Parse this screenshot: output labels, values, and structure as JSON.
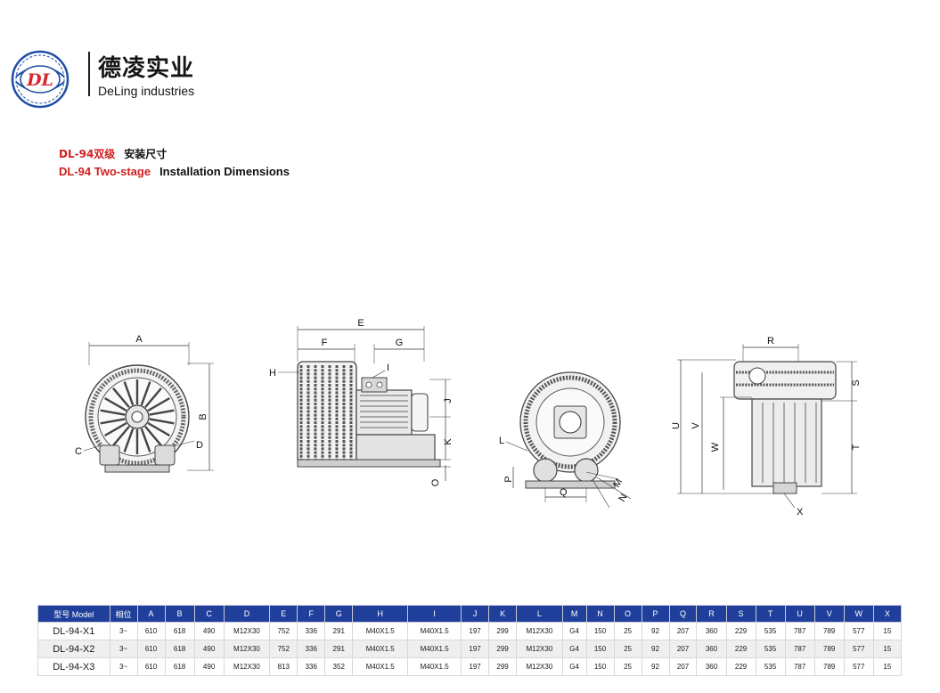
{
  "brand": {
    "logo_text": "DL",
    "name_cn": "德凌实业",
    "name_en": "DeLing industries",
    "accent": "#1f4fa6",
    "logo_red": "#d6262c"
  },
  "title": {
    "model_cn": "DL-94双级",
    "label_cn": "安装尺寸",
    "model_en": "DL-94 Two-stage",
    "label_en": "Installation Dimensions",
    "accent": "#d21f1f"
  },
  "drawing_labels": {
    "front": {
      "A": "A",
      "B": "B",
      "C": "C",
      "D": "D"
    },
    "side": {
      "E": "E",
      "F": "F",
      "G": "G",
      "H": "H",
      "I": "I",
      "J": "J",
      "K": "K",
      "O": "O"
    },
    "rear": {
      "L": "L",
      "P": "P",
      "Q": "Q",
      "M": "M",
      "N": "N"
    },
    "top": {
      "R": "R",
      "S": "S",
      "T": "T",
      "U": "U",
      "V": "V",
      "W": "W",
      "X": "X"
    }
  },
  "table": {
    "header_color": "#1f3f9a",
    "columns": [
      "型号 Model",
      "相位",
      "A",
      "B",
      "C",
      "D",
      "E",
      "F",
      "G",
      "H",
      "I",
      "J",
      "K",
      "L",
      "M",
      "N",
      "O",
      "P",
      "Q",
      "R",
      "S",
      "T",
      "U",
      "V",
      "W",
      "X"
    ],
    "rows": [
      [
        "DL-94-X1",
        "3~",
        "610",
        "618",
        "490",
        "M12X30",
        "752",
        "336",
        "291",
        "M40X1.5",
        "M40X1.5",
        "197",
        "299",
        "M12X30",
        "G4",
        "150",
        "25",
        "92",
        "207",
        "360",
        "229",
        "535",
        "787",
        "789",
        "577",
        "15"
      ],
      [
        "DL-94-X2",
        "3~",
        "610",
        "618",
        "490",
        "M12X30",
        "752",
        "336",
        "291",
        "M40X1.5",
        "M40X1.5",
        "197",
        "299",
        "M12X30",
        "G4",
        "150",
        "25",
        "92",
        "207",
        "360",
        "229",
        "535",
        "787",
        "789",
        "577",
        "15"
      ],
      [
        "DL-94-X3",
        "3~",
        "610",
        "618",
        "490",
        "M12X30",
        "813",
        "336",
        "352",
        "M40X1.5",
        "M40X1.5",
        "197",
        "299",
        "M12X30",
        "G4",
        "150",
        "25",
        "92",
        "207",
        "360",
        "229",
        "535",
        "787",
        "789",
        "577",
        "15"
      ]
    ]
  }
}
